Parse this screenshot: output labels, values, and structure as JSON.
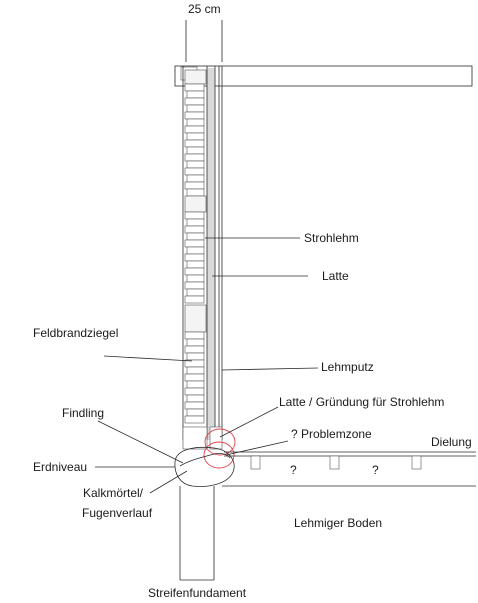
{
  "diagram": {
    "dimension_label": "25 cm",
    "labels": {
      "strohlehm": "Strohlehm",
      "latte": "Latte",
      "feldbrandziegel": "Feldbrandziegel",
      "lehmputz": "Lehmputz",
      "latte_gruendung": "Latte / Gründung für Strohlehm",
      "findling": "Findling",
      "problemzone": "? Problemzone",
      "dielung": "Dielung",
      "erdniveau": "Erdniveau",
      "unknown_1": "?",
      "unknown_2": "?",
      "kalkmoertel_line1": "Kalkmörtel/",
      "kalkmoertel_line2": "Fugenverlauf",
      "lehmiger_boden": "Lehmiger Boden",
      "streifenfundament": "Streifenfundament"
    },
    "colors": {
      "line": "#2b2b2b",
      "problem_circle": "#e0404a",
      "lehm_fill": "#d9d9d9"
    }
  }
}
